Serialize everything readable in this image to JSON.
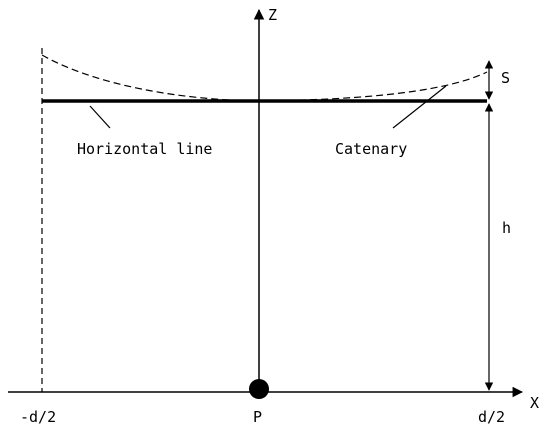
{
  "labels": {
    "z_axis": "Z",
    "x_axis": "X",
    "sag": "S",
    "height": "h",
    "horizontal_line": "Horizontal line",
    "catenary": "Catenary",
    "left_end": "-d/2",
    "right_end": "d/2",
    "point": "P"
  }
}
